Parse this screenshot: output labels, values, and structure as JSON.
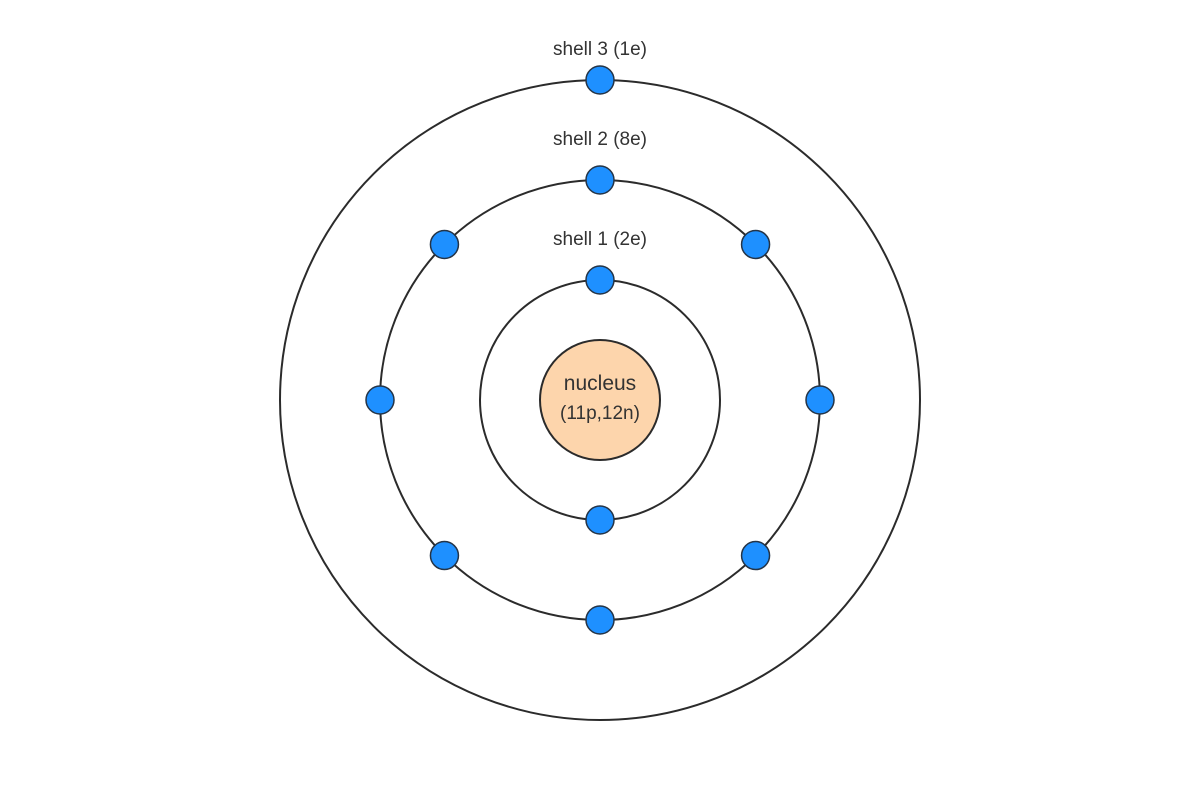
{
  "nucleus": {
    "title": "nucleus",
    "subtitle": "(11p,12n)",
    "fill": "#fdd5ac"
  },
  "electron_color": "#1e90ff",
  "shells": [
    {
      "label": "shell 1 (2e)",
      "electrons": 2
    },
    {
      "label": "shell 2 (8e)",
      "electrons": 8
    },
    {
      "label": "shell 3 (1e)",
      "electrons": 1
    }
  ]
}
